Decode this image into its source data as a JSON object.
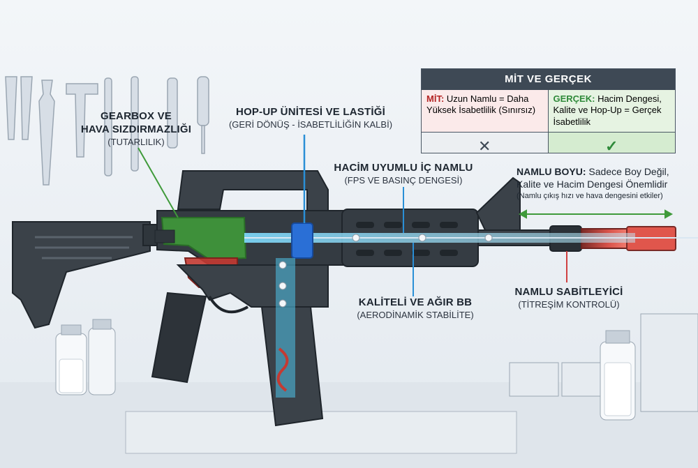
{
  "labels": {
    "gearbox": {
      "title_line1": "GEARBOX VE",
      "title_line2": "HAVA SIZDIRMAZLIĞI",
      "subtitle": "(TUTARLILIK)"
    },
    "hopup": {
      "title": "HOP-UP ÜNİTESİ VE LASTİĞİ",
      "subtitle": "(GERİ DÖNÜŞ - İSABETLİLİĞİN KALBİ)"
    },
    "inner_barrel": {
      "title": "HACİM UYUMLU İÇ NAMLU",
      "subtitle": "(FPS VE BASINÇ DENGESİ)"
    },
    "barrel_length": {
      "title_bold": "NAMLU BOYU:",
      "title_rest": " Sadece Boy Değil,",
      "line2": "Kalite ve Hacim Dengesi Önemlidir",
      "note": "(Namlu çıkış hızı ve hava dengesini etkiler)"
    },
    "bb": {
      "title": "KALİTELİ VE AĞIR BB",
      "subtitle": "(AERODİNAMİK STABİLİTE)"
    },
    "stabilizer": {
      "title": "NAMLU SABİTLEYİCİ",
      "subtitle": "(TİTREŞİM KONTROLÜ)"
    }
  },
  "myth_table": {
    "header": "MİT VE GERÇEK",
    "myth_keyword": "MİT:",
    "myth_text": " Uzun Namlu = Daha Yüksek İsabetlilik (Sınırsız)",
    "fact_keyword": "GERÇEK:",
    "fact_text": " Hacim Dengesi, Kalite ve Hop-Up = Gerçek İsabetlilik",
    "myth_mark": "✕",
    "fact_mark": "✓"
  },
  "colors": {
    "gearbox": "#3f9a3a",
    "hopup": "#2a6fd6",
    "air_flow": "#4fc3e8",
    "barrel_tip": "#e0564c",
    "trigger_group": "#c43a32",
    "body": "#3b4249",
    "leader_green": "#3f9a3a",
    "leader_blue": "#2a8fd6",
    "leader_red": "#d04040"
  }
}
